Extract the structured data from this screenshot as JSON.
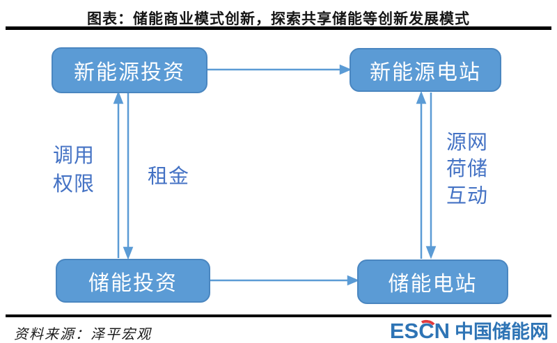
{
  "title": "图表：储能商业模式创新，探索共享储能等创新发展模式",
  "colors": {
    "box_fill": "#5b9bd5",
    "box_border": "#4a86c0",
    "arrow": "#5b9bd5",
    "edge_label_text": "#4472c4",
    "divider": "#000000",
    "logo_blue": "#2e74b5",
    "logo_red": "#e03a3e"
  },
  "diagram": {
    "nodes": [
      {
        "id": "new-energy-investment",
        "label": "新能源投资"
      },
      {
        "id": "new-energy-station",
        "label": "新能源电站"
      },
      {
        "id": "storage-investment",
        "label": "储能投资"
      },
      {
        "id": "storage-station",
        "label": "储能电站"
      }
    ],
    "arrows": [
      {
        "from": "new-energy-investment",
        "to": "new-energy-station",
        "direction": "right"
      },
      {
        "from": "storage-investment",
        "to": "new-energy-investment",
        "direction": "up",
        "label": "调用权限"
      },
      {
        "from": "new-energy-investment",
        "to": "storage-investment",
        "direction": "down",
        "label": "租金"
      },
      {
        "from": "storage-investment",
        "to": "storage-station",
        "direction": "right"
      },
      {
        "from": "storage-station",
        "to": "new-energy-station",
        "direction": "up",
        "label": "源网荷储互动"
      },
      {
        "from": "new-energy-station",
        "to": "storage-station",
        "direction": "down",
        "label": "源网荷储互动"
      }
    ],
    "edge_labels": {
      "dispatch_rights": "调用\n权限",
      "rent": "租金",
      "interaction": "源网\n荷储\n互动"
    }
  },
  "footer": {
    "source": "资料来源：泽平宏观",
    "logo_parts": [
      "ES",
      "C",
      "N"
    ],
    "logo_cn": "中国储能网"
  }
}
